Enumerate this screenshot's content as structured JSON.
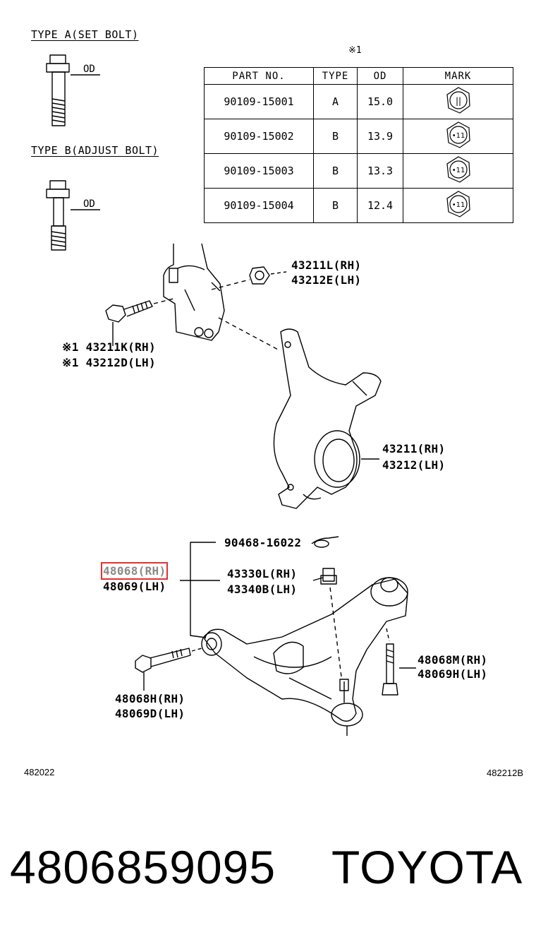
{
  "type_a_label": "TYPE A(SET BOLT)",
  "type_b_label": "TYPE B(ADJUST BOLT)",
  "od_label": "OD",
  "table_note": "※1",
  "table": {
    "headers": [
      "PART NO.",
      "TYPE",
      "OD",
      "MARK"
    ],
    "rows": [
      {
        "part_no": "90109-15001",
        "type": "A",
        "od": "15.0"
      },
      {
        "part_no": "90109-15002",
        "type": "B",
        "od": "13.9"
      },
      {
        "part_no": "90109-15003",
        "type": "B",
        "od": "13.3"
      },
      {
        "part_no": "90109-15004",
        "type": "B",
        "od": "12.4"
      }
    ],
    "marks": [
      "||",
      "•11",
      "•11",
      "•11"
    ]
  },
  "labels": {
    "l43211L": "43211L(RH)",
    "l43212E": "43212E(LH)",
    "l43211K": "※1 43211K(RH)",
    "l43212D": "※1 43212D(LH)",
    "l43211": "43211(RH)",
    "l43212": "43212(LH)",
    "l90468": "90468-16022",
    "l48068": "48068(RH)",
    "l48069": "48069(LH)",
    "l43330L": "43330L(RH)",
    "l43340B": "43340B(LH)",
    "l48068M": "48068M(RH)",
    "l48069H": "48069H(LH)",
    "l48068H": "48068H(RH)",
    "l48069D": "48069D(LH)"
  },
  "codes": {
    "left": "482022",
    "right": "482212B"
  },
  "footer": {
    "part_number": "4806859095",
    "brand": "TOYOTA"
  },
  "highlight_color": "#e53030"
}
